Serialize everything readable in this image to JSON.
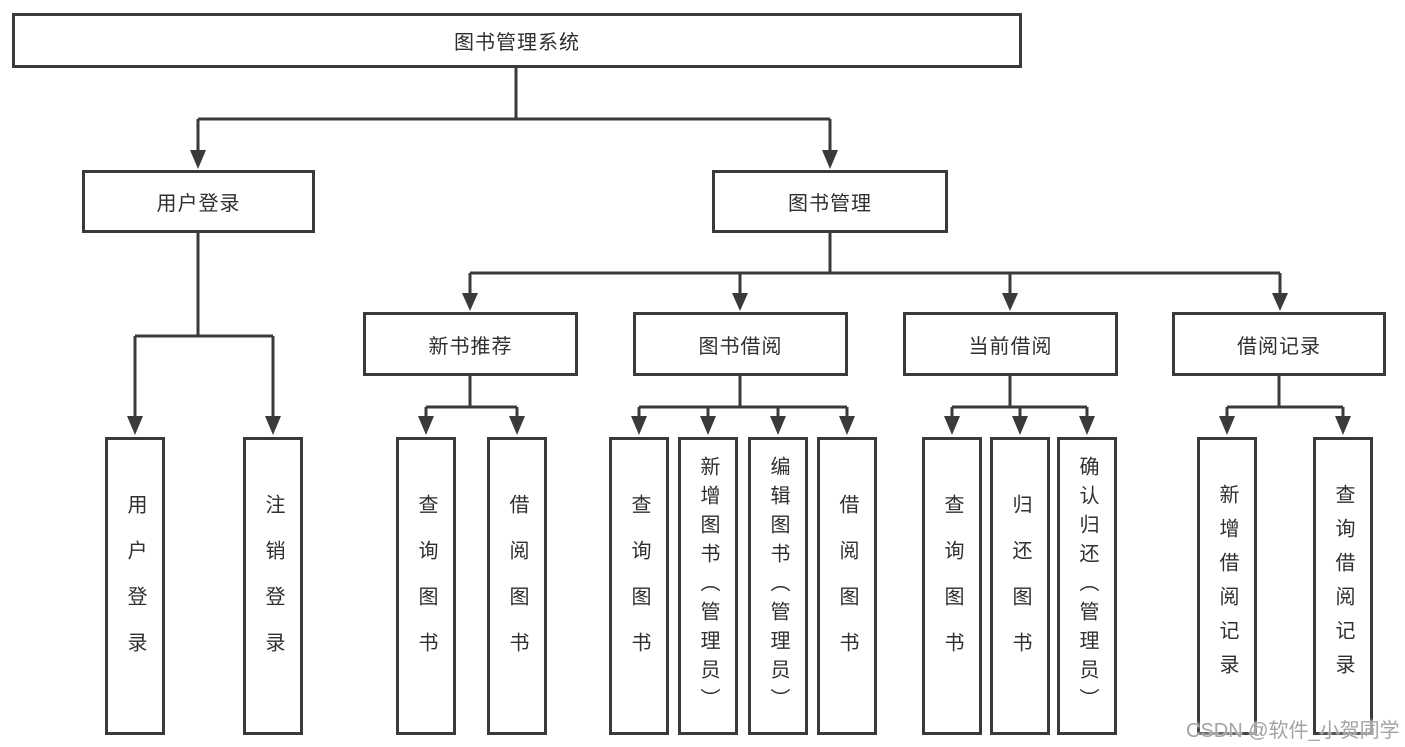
{
  "diagram": {
    "title": "图书管理系统",
    "nodes": {
      "user_login": {
        "label": "用户登录"
      },
      "book_mgmt": {
        "label": "图书管理"
      },
      "new_books": {
        "label": "新书推荐"
      },
      "book_borrow": {
        "label": "图书借阅"
      },
      "current_borrow": {
        "label": "当前借阅"
      },
      "borrow_records": {
        "label": "借阅记录"
      }
    },
    "leaves": {
      "user_login": [
        "用户登录",
        "注销登录"
      ],
      "new_books": [
        "查询图书",
        "借阅图书"
      ],
      "book_borrow": [
        "查询图书",
        "新增图书（管理员）",
        "编辑图书（管理员）",
        "借阅图书"
      ],
      "current_borrow": [
        "查询图书",
        "归还图书",
        "确认归还（管理员）"
      ],
      "borrow_records": [
        "新增借阅记录",
        "查询借阅记录"
      ]
    }
  },
  "watermark": "CSDN @软件_小贺同学",
  "colors": {
    "line": "#3a3a3a",
    "text": "#2f2f2f",
    "watermark": "#a3a3a3",
    "background": "#ffffff"
  }
}
